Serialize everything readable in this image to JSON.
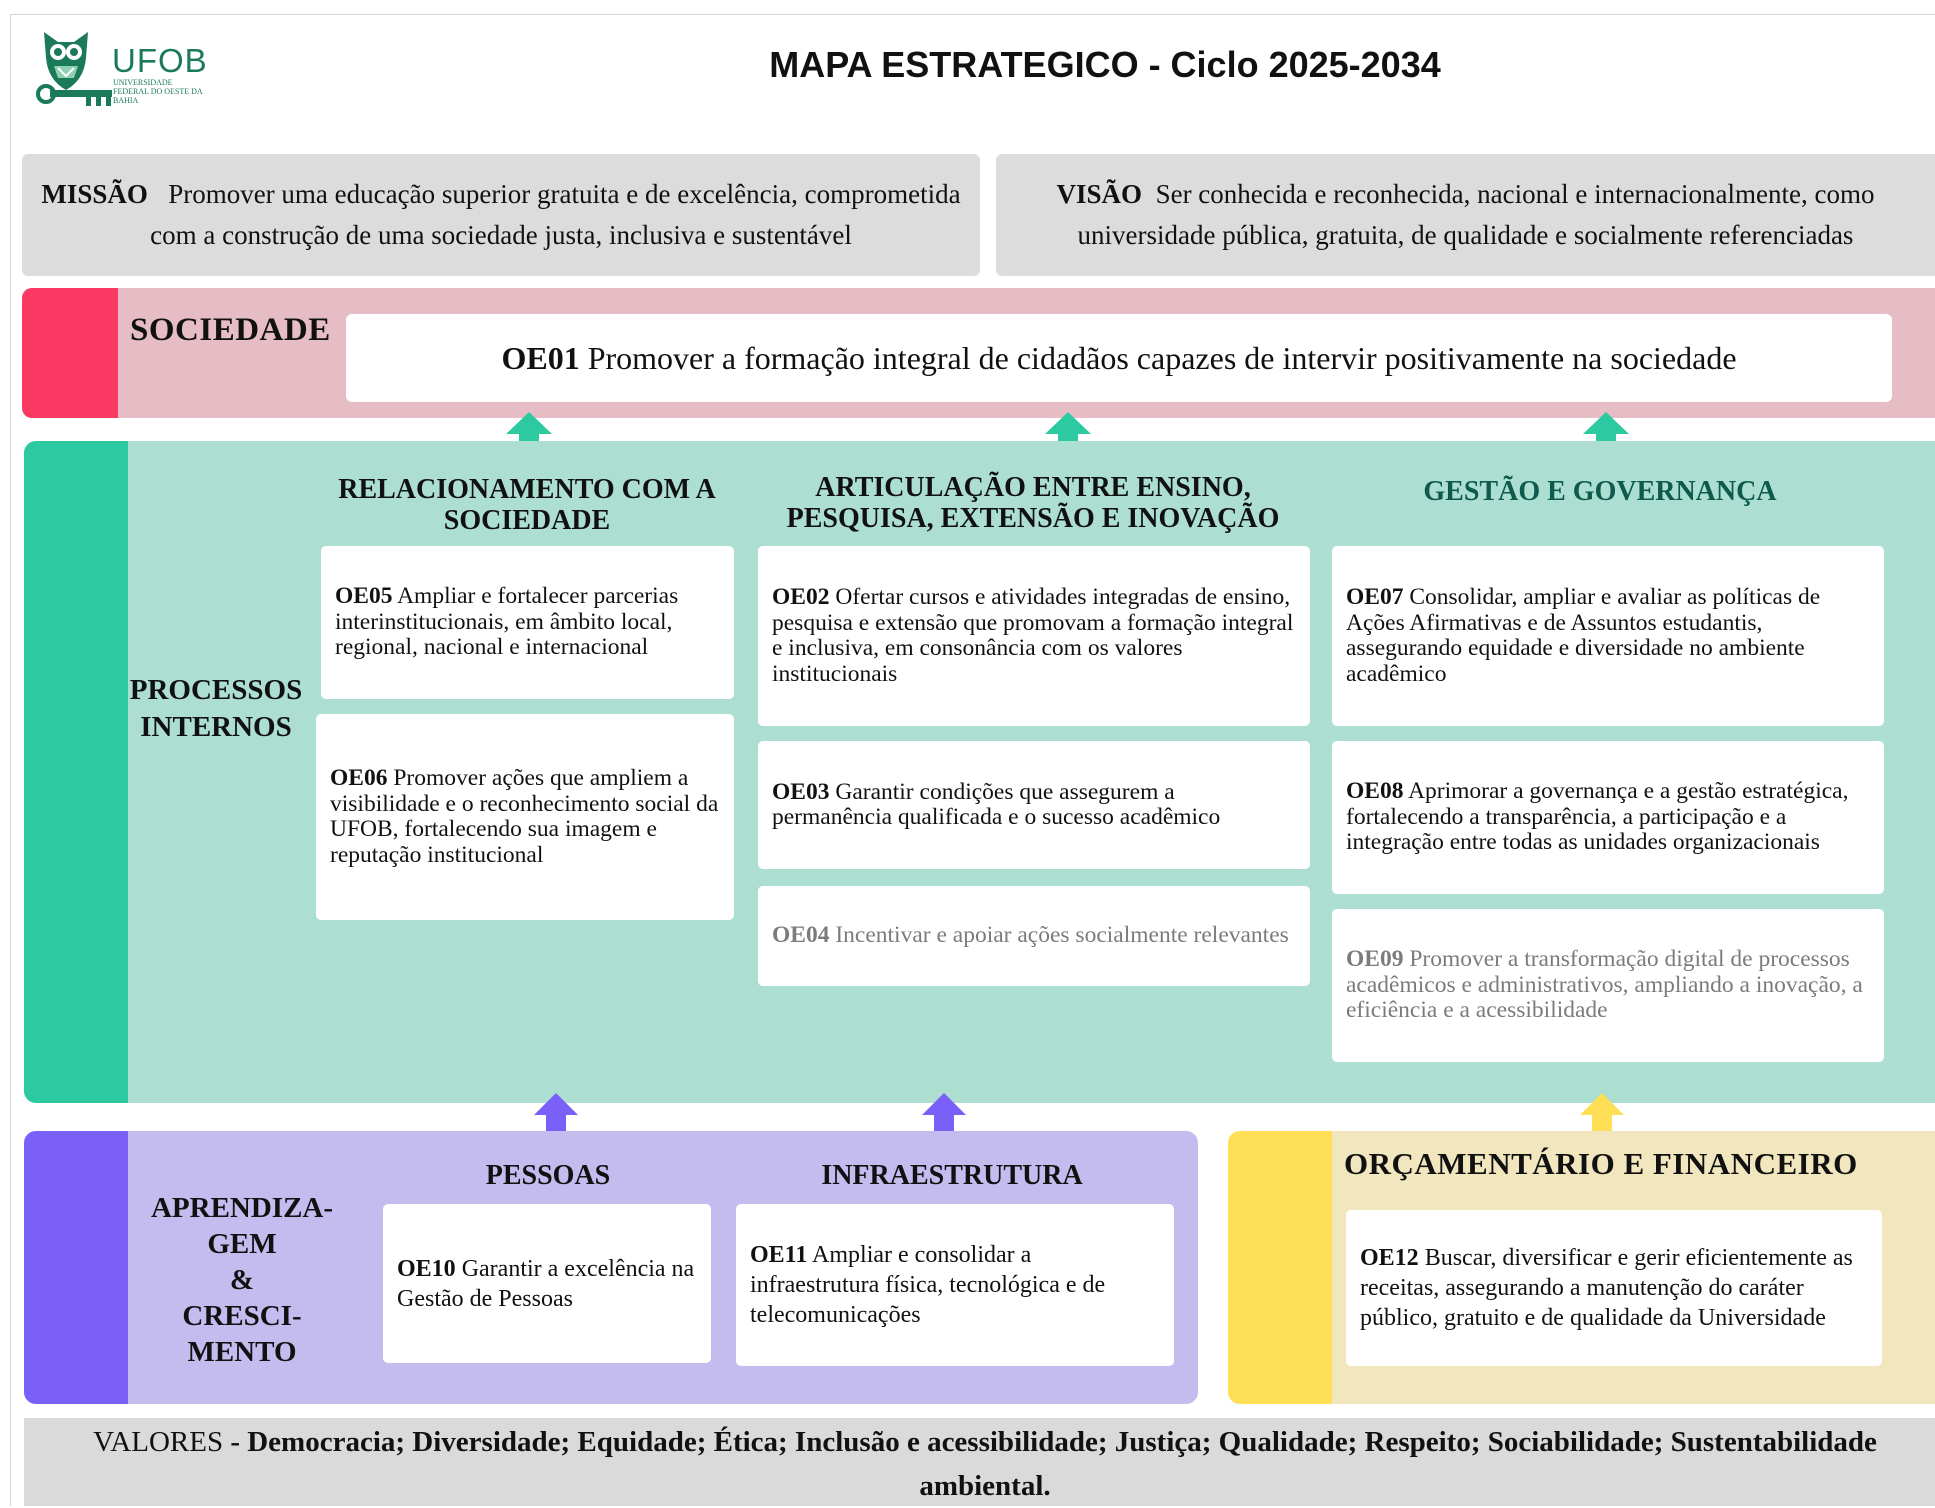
{
  "header": {
    "logo_name": "UFOB",
    "logo_subtitle": "UNIVERSIDADE FEDERAL DO OESTE DA BAHIA",
    "title": "MAPA ESTRATEGICO - Ciclo 2025-2034"
  },
  "missao": {
    "label": "MISSÃO",
    "text": "Promover uma educação superior gratuita e de excelência, comprometida com a construção de uma sociedade justa, inclusiva e sustentável"
  },
  "visao": {
    "label": "VISÃO",
    "text": "Ser conhecida e reconhecida, nacional e internacionalmente, como universidade pública, gratuita, de qualidade e socialmente referenciadas"
  },
  "sociedade": {
    "label": "SOCIEDADE",
    "oe01": {
      "code": "OE01",
      "text": "Promover a formação integral de cidadãos capazes de intervir positivamente na sociedade"
    }
  },
  "processos": {
    "label_line1": "PROCESSOS",
    "label_line2": "INTERNOS",
    "col_rel": "RELACIONAMENTO COM A SOCIEDADE",
    "col_art": "ARTICULAÇÃO ENTRE ENSINO, PESQUISA, EXTENSÃO E INOVAÇÃO",
    "col_ges": "GESTÃO E GOVERNANÇA",
    "oe05": {
      "code": "OE05",
      "text": "Ampliar e fortalecer parcerias interinstitucionais, em âmbito local, regional, nacional e internacional"
    },
    "oe06": {
      "code": "OE06",
      "text": "Promover ações que ampliem a visibilidade e o reconhecimento social da UFOB, fortalecendo sua imagem e reputação institucional"
    },
    "oe02": {
      "code": "OE02",
      "text": "Ofertar cursos e atividades integradas de ensino, pesquisa e extensão que promovam a formação integral e inclusiva, em consonância com os valores institucionais"
    },
    "oe03": {
      "code": "OE03",
      "text": "Garantir condições que assegurem a permanência qualificada e o sucesso acadêmico"
    },
    "oe04": {
      "code": "OE04",
      "text": "Incentivar e apoiar ações socialmente relevantes"
    },
    "oe07": {
      "code": "OE07",
      "text": "Consolidar, ampliar e avaliar as políticas de Ações Afirmativas e de Assuntos estudantis, assegurando equidade e diversidade no ambiente acadêmico"
    },
    "oe08": {
      "code": "OE08",
      "text": "Aprimorar a governança e a gestão estratégica, fortalecendo a transparência, a participação e a integração entre todas as unidades organizacionais"
    },
    "oe09": {
      "code": "OE09",
      "text": "Promover a transformação digital de processos acadêmicos e administrativos, ampliando a inovação, a eficiência e a acessibilidade"
    }
  },
  "aprendizagem": {
    "label_l1": "APRENDIZA-",
    "label_l2": "GEM",
    "label_l3": "&",
    "label_l4": "CRESCI-",
    "label_l5": "MENTO",
    "col_pes": "PESSOAS",
    "col_inf": "INFRAESTRUTURA",
    "oe10": {
      "code": "OE10",
      "text": "Garantir a excelência na Gestão de Pessoas"
    },
    "oe11": {
      "code": "OE11",
      "text": "Ampliar e consolidar a infraestrutura física, tecnológica e de telecomunicações"
    }
  },
  "orcamentario": {
    "label": "ORÇAMENTÁRIO E FINANCEIRO",
    "oe12": {
      "code": "OE12",
      "text": "Buscar, diversificar e gerir eficientemente as receitas, assegurando a manutenção do caráter público, gratuito e de qualidade da Universidade"
    }
  },
  "valores": {
    "label": "VALORES",
    "text": " - Democracia; Diversidade; Equidade; Ética; Inclusão e acessibilidade; Justiça; Qualidade; Respeito; Sociabilidade; Sustentabilidade ambiental."
  },
  "colors": {
    "sociedade_accent": "#fb3a64",
    "processos_accent": "#2dc9a1",
    "aprendizagem_accent": "#7a5ff8",
    "orcamentario_accent": "#fedf55",
    "logo_green": "#1b7a5a"
  }
}
